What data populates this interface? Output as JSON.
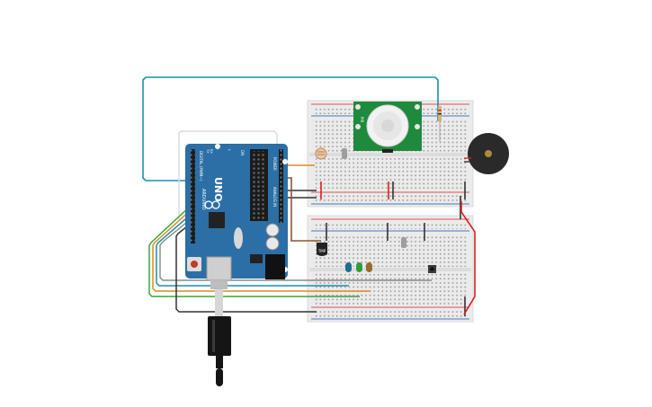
{
  "arduino": {
    "board_name": "UNO",
    "brand": "ARDUINO",
    "digital_header": "DIGITAL (PWM~)",
    "power_header": "POWER",
    "analog_header": "ANALOG IN",
    "on_label": "ON",
    "tx_label": "TX",
    "rx_label": "RX",
    "l_label": "L"
  },
  "pir_sensor": {
    "label": "PIR"
  },
  "temp_sensor": {
    "label": "TMP"
  },
  "colors": {
    "background": "#ffffff",
    "arduino_board": "#2b6fa6",
    "breadboard": "#ebebeb",
    "pir_board": "#1f8a3c",
    "wire_blue": "#1a8fb0",
    "wire_red": "#d62020",
    "wire_black": "#333333",
    "wire_orange": "#e08a1e",
    "wire_green": "#3aa53a",
    "wire_brown": "#8a5a2b",
    "buzzer": "#2a2a2a",
    "buzzer_center": "#b08a3a"
  }
}
